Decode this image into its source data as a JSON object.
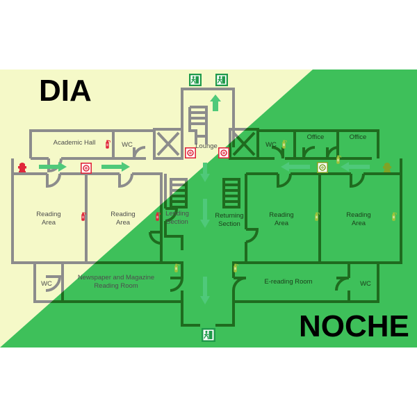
{
  "labels": {
    "day": "DIA",
    "night": "NOCHE"
  },
  "rooms": {
    "academic_hall": "Academic Hall",
    "wc_top_left": "WC",
    "lounge": "Lounge",
    "wc_top_right": "WC",
    "office_1": "Office",
    "office_2": "Office",
    "reading_area_1": [
      "Reading",
      "Area"
    ],
    "reading_area_2": [
      "Reading",
      "Area"
    ],
    "lending_section": [
      "Lending",
      "Section"
    ],
    "returning_section": [
      "Returning",
      "Section"
    ],
    "reading_area_3": [
      "Reading",
      "Area"
    ],
    "reading_area_4": [
      "Reading",
      "Area"
    ],
    "wc_bottom_left": "WC",
    "newspaper_room": [
      "Newspaper and Magazine",
      "Reading Room"
    ],
    "e_reading_room": "E-reading Room",
    "wc_bottom_right": "WC"
  },
  "colors": {
    "day_background": "#f5f9c8",
    "night_background": "#3ec05a",
    "day_wall": "#8c8c8c",
    "night_wall": "#1f6b1f",
    "arrow": "#4fc97a",
    "fire_equipment": "#e0263a",
    "exit_sign": "#1f9a4a"
  },
  "icons": {
    "emergency_exit": "emergency-exit-icon",
    "fire_hose": "fire-hose-reel-icon",
    "fire_extinguisher": "fire-extinguisher-icon",
    "fire_hydrant": "fire-hydrant-icon"
  }
}
